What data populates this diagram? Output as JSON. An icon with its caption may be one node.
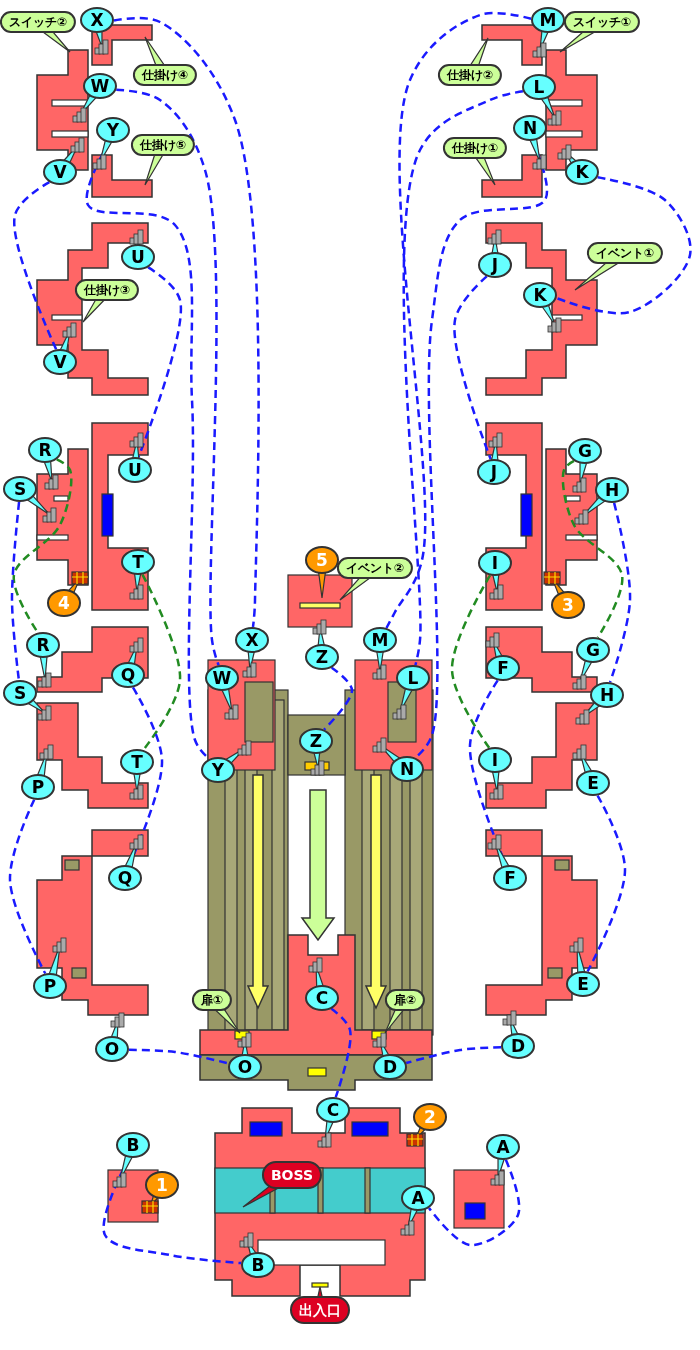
{
  "diagram": {
    "nodes": [
      {
        "text": [
          "スイッチ②"
        ]
      },
      {
        "text": [
          "X"
        ]
      },
      {
        "text": [
          "M"
        ]
      },
      {
        "text": [
          "スイッチ①"
        ]
      },
      {
        "text": [
          "仕掛け④"
        ]
      },
      {
        "text": [
          "仕掛け②"
        ]
      },
      {
        "text": [
          "W"
        ]
      },
      {
        "text": [
          "L"
        ]
      },
      {
        "text": [
          "Y"
        ]
      },
      {
        "text": [
          "仕掛け⑤"
        ]
      },
      {
        "text": [
          "仕掛け①"
        ]
      },
      {
        "text": [
          "N"
        ]
      },
      {
        "text": [
          "V"
        ]
      },
      {
        "text": [
          "K"
        ]
      },
      {
        "text": [
          "イベント①"
        ]
      },
      {
        "text": [
          "U"
        ]
      },
      {
        "text": [
          "J"
        ]
      },
      {
        "text": [
          "仕掛け③"
        ]
      },
      {
        "text": [
          "K"
        ]
      },
      {
        "text": [
          "V"
        ]
      },
      {
        "text": [
          "R"
        ]
      },
      {
        "text": [
          "G"
        ]
      },
      {
        "text": [
          "U"
        ]
      },
      {
        "text": [
          "J"
        ]
      },
      {
        "text": [
          "S"
        ]
      },
      {
        "text": [
          "H"
        ]
      },
      {
        "text": [
          "イベント②"
        ]
      },
      {
        "text": [
          "5"
        ]
      },
      {
        "text": [
          "T"
        ]
      },
      {
        "text": [
          "I"
        ]
      },
      {
        "text": [
          "4"
        ]
      },
      {
        "text": [
          "3"
        ]
      },
      {
        "text": [
          "X"
        ]
      },
      {
        "text": [
          "Z"
        ]
      },
      {
        "text": [
          "M"
        ]
      },
      {
        "text": [
          "R"
        ]
      },
      {
        "text": [
          "Q"
        ]
      },
      {
        "text": [
          "F"
        ]
      },
      {
        "text": [
          "G"
        ]
      },
      {
        "text": [
          "W"
        ]
      },
      {
        "text": [
          "L"
        ]
      },
      {
        "text": [
          "S"
        ]
      },
      {
        "text": [
          "H"
        ]
      },
      {
        "text": [
          "Z"
        ]
      },
      {
        "text": [
          "Y"
        ]
      },
      {
        "text": [
          "N"
        ]
      },
      {
        "text": [
          "T"
        ]
      },
      {
        "text": [
          "P"
        ]
      },
      {
        "text": [
          "I"
        ]
      },
      {
        "text": [
          "E"
        ]
      },
      {
        "text": [
          "Q"
        ]
      },
      {
        "text": [
          "F"
        ]
      },
      {
        "text": [
          "C"
        ]
      },
      {
        "text": [
          "P"
        ]
      },
      {
        "text": [
          "E"
        ]
      },
      {
        "text": [
          "扉①"
        ]
      },
      {
        "text": [
          "扉②"
        ]
      },
      {
        "text": [
          "O"
        ]
      },
      {
        "text": [
          "D"
        ]
      },
      {
        "text": [
          "O"
        ]
      },
      {
        "text": [
          "D"
        ]
      },
      {
        "text": [
          "C"
        ]
      },
      {
        "text": [
          "2"
        ]
      },
      {
        "text": [
          "B"
        ]
      },
      {
        "text": [
          "A"
        ]
      },
      {
        "text": [
          "1"
        ]
      },
      {
        "text": [
          "BOSS"
        ]
      },
      {
        "text": [
          "A"
        ]
      },
      {
        "text": [
          "B"
        ]
      },
      {
        "text": [
          "出入口"
        ]
      }
    ],
    "edges": [
      {
        "from": 1,
        "to": 32,
        "arrow": "none",
        "style": "dashed"
      },
      {
        "from": 2,
        "to": 34,
        "arrow": "none",
        "style": "dashed"
      },
      {
        "from": 6,
        "to": 39,
        "arrow": "none",
        "style": "dashed"
      },
      {
        "from": 7,
        "to": 40,
        "arrow": "none",
        "style": "dashed"
      },
      {
        "from": 8,
        "to": 44,
        "arrow": "none",
        "style": "dashed"
      },
      {
        "from": 11,
        "to": 45,
        "arrow": "none",
        "style": "dashed"
      },
      {
        "from": 12,
        "to": 19,
        "arrow": "none",
        "style": "dashed"
      },
      {
        "from": 13,
        "to": 18,
        "arrow": "none",
        "style": "dashed"
      },
      {
        "from": 15,
        "to": 22,
        "arrow": "none",
        "style": "dashed"
      },
      {
        "from": 16,
        "to": 23,
        "arrow": "none",
        "style": "dashed"
      },
      {
        "from": 20,
        "to": 35,
        "arrow": "none",
        "style": "dashed",
        "color": "#228b22"
      },
      {
        "from": 24,
        "to": 41,
        "arrow": "none",
        "style": "dashed"
      },
      {
        "from": 21,
        "to": 38,
        "arrow": "none",
        "style": "dashed",
        "color": "#228b22"
      },
      {
        "from": 25,
        "to": 42,
        "arrow": "none",
        "style": "dashed"
      },
      {
        "from": 28,
        "to": 46,
        "arrow": "none",
        "style": "dashed",
        "color": "#228b22"
      },
      {
        "from": 29,
        "to": 48,
        "arrow": "none",
        "style": "dashed",
        "color": "#228b22"
      },
      {
        "from": 36,
        "to": 50,
        "arrow": "none",
        "style": "dashed"
      },
      {
        "from": 37,
        "to": 51,
        "arrow": "none",
        "style": "dashed"
      },
      {
        "from": 47,
        "to": 53,
        "arrow": "none",
        "style": "dashed"
      },
      {
        "from": 49,
        "to": 54,
        "arrow": "none",
        "style": "dashed"
      },
      {
        "from": 33,
        "to": 43,
        "arrow": "none",
        "style": "dashed"
      },
      {
        "from": 57,
        "to": 59,
        "arrow": "none",
        "style": "dashed"
      },
      {
        "from": 58,
        "to": 60,
        "arrow": "none",
        "style": "dashed"
      },
      {
        "from": 52,
        "to": 61,
        "arrow": "none",
        "style": "dashed"
      },
      {
        "from": 63,
        "to": 68,
        "arrow": "none",
        "style": "dashed"
      },
      {
        "from": 64,
        "to": 67,
        "arrow": "none",
        "style": "dashed"
      }
    ]
  }
}
